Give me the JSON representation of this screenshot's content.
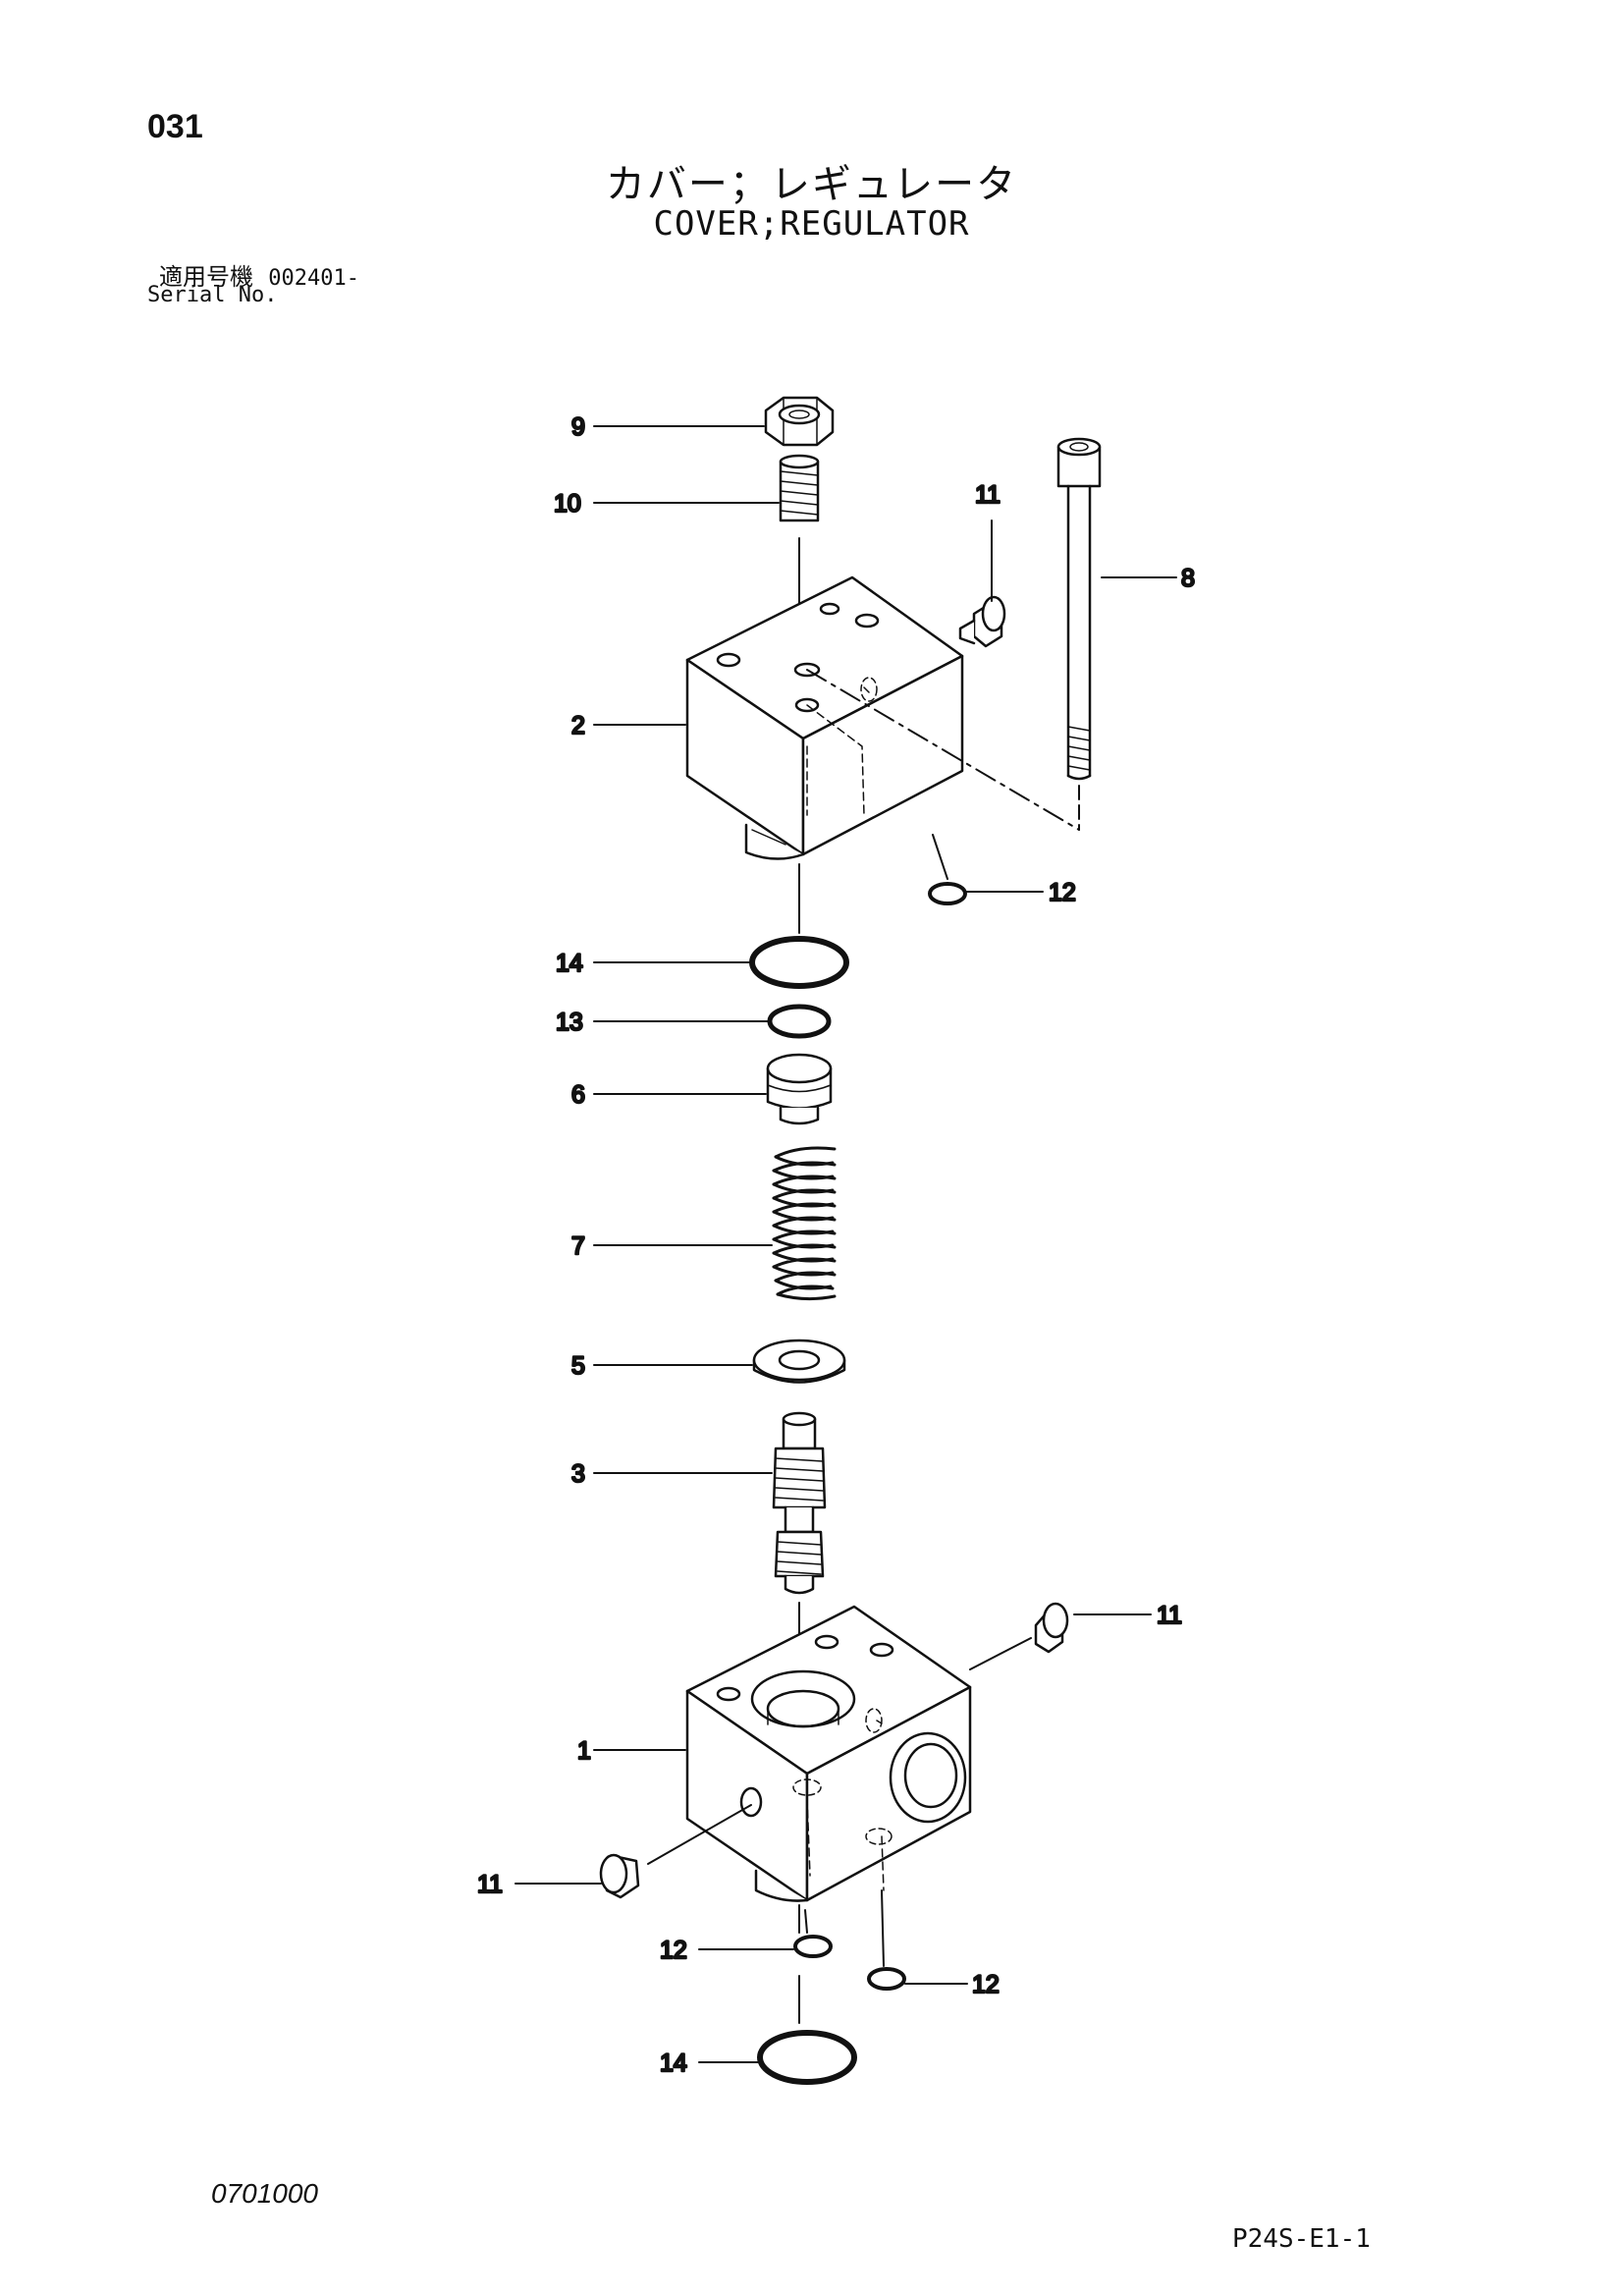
{
  "header": {
    "page_number": "031",
    "title_jp": "カバー；レギュレータ",
    "title_en": "COVER;REGULATOR",
    "serial_label_jp": "適用号機",
    "serial_value": "002401-",
    "serial_label_en": "Serial No."
  },
  "callouts": [
    {
      "id": "c9",
      "label": "9"
    },
    {
      "id": "c10",
      "label": "10"
    },
    {
      "id": "c11a",
      "label": "11"
    },
    {
      "id": "c8",
      "label": "8"
    },
    {
      "id": "c2",
      "label": "2"
    },
    {
      "id": "c12a",
      "label": "12"
    },
    {
      "id": "c14a",
      "label": "14"
    },
    {
      "id": "c13",
      "label": "13"
    },
    {
      "id": "c6",
      "label": "6"
    },
    {
      "id": "c7",
      "label": "7"
    },
    {
      "id": "c5",
      "label": "5"
    },
    {
      "id": "c3",
      "label": "3"
    },
    {
      "id": "c11b",
      "label": "11"
    },
    {
      "id": "c1",
      "label": "1"
    },
    {
      "id": "c11c",
      "label": "11"
    },
    {
      "id": "c12b",
      "label": "12"
    },
    {
      "id": "c12c",
      "label": "12"
    },
    {
      "id": "c14b",
      "label": "14"
    }
  ],
  "footer": {
    "doc_code": "0701000",
    "sheet_code": "P24S-E1-1"
  }
}
